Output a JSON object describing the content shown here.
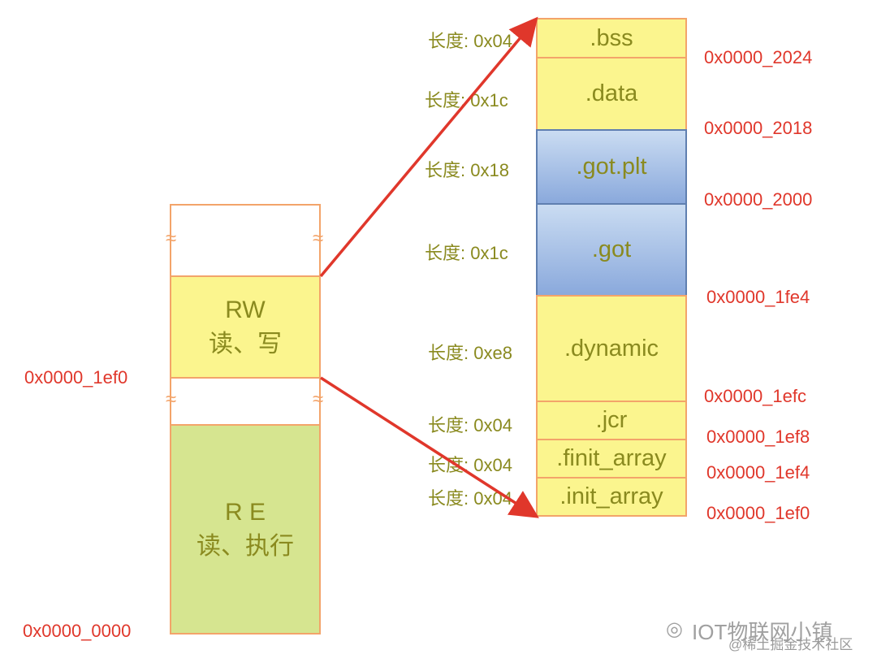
{
  "memory_segments": {
    "rw": {
      "line1": "RW",
      "line2": "读、写"
    },
    "re": {
      "line1": "R E",
      "line2": "读、执行"
    },
    "addr_1ef0": "0x0000_1ef0",
    "addr_0000": "0x0000_0000"
  },
  "sections": [
    {
      "name": ".bss",
      "length": "长度: 0x04",
      "color": "yellow"
    },
    {
      "name": ".data",
      "length": "长度: 0x1c",
      "color": "yellow"
    },
    {
      "name": ".got.plt",
      "length": "长度: 0x18",
      "color": "blue"
    },
    {
      "name": ".got",
      "length": "长度: 0x1c",
      "color": "blue"
    },
    {
      "name": ".dynamic",
      "length": "长度: 0xe8",
      "color": "yellow"
    },
    {
      "name": ".jcr",
      "length": "长度: 0x04",
      "color": "yellow"
    },
    {
      "name": ".finit_array",
      "length": "长度: 0x04",
      "color": "yellow"
    },
    {
      "name": ".init_array",
      "length": "长度: 0x04",
      "color": "yellow"
    }
  ],
  "section_addresses": [
    "0x0000_2024",
    "0x0000_2018",
    "0x0000_2000",
    "0x0000_1fe4",
    "0x0000_1efc",
    "0x0000_1ef8",
    "0x0000_1ef4",
    "0x0000_1ef0"
  ],
  "colors": {
    "yellow": "#fbf58e",
    "green": "#d6e590",
    "blue": "#8aa9dc",
    "border": "#f3a46a",
    "address_red": "#e0372b",
    "label_olive": "#8a8a1f",
    "arrow_red": "#e0372b"
  },
  "watermark": {
    "line1": "IOT物联网小镇",
    "line2": "@稀土掘金技术社区",
    "icon": "wechat-icon"
  }
}
